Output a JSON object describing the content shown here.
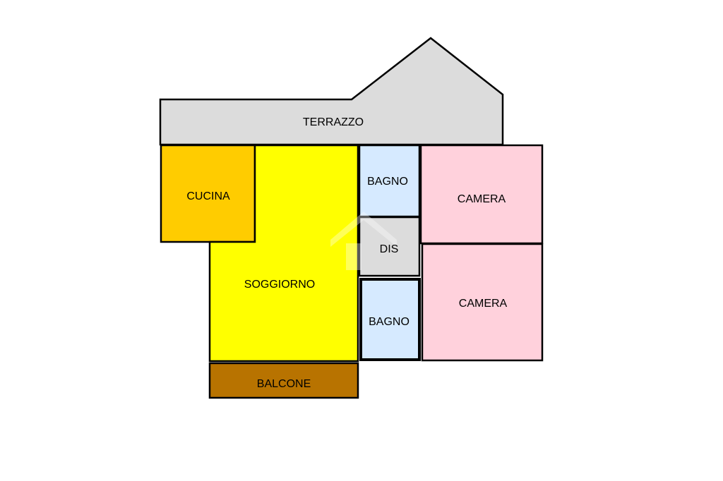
{
  "floorplan": {
    "rooms": [
      {
        "id": "terrazzo",
        "label": "TERRAZZO",
        "color": "#DCDCDC"
      },
      {
        "id": "cucina",
        "label": "CUCINA",
        "color": "#FFCC00"
      },
      {
        "id": "soggiorno",
        "label": "SOGGIORNO",
        "color": "#FFFF00"
      },
      {
        "id": "bagno-top",
        "label": "BAGNO",
        "color": "#D6EAFF"
      },
      {
        "id": "dis",
        "label": "DIS",
        "color": "#DCDCDC"
      },
      {
        "id": "bagno-bottom",
        "label": "BAGNO",
        "color": "#D6EAFF"
      },
      {
        "id": "camera-top",
        "label": "CAMERA",
        "color": "#FFD1DC"
      },
      {
        "id": "camera-bottom",
        "label": "CAMERA",
        "color": "#FFD1DC"
      },
      {
        "id": "balcone",
        "label": "BALCONE",
        "color": "#B87300"
      }
    ]
  }
}
